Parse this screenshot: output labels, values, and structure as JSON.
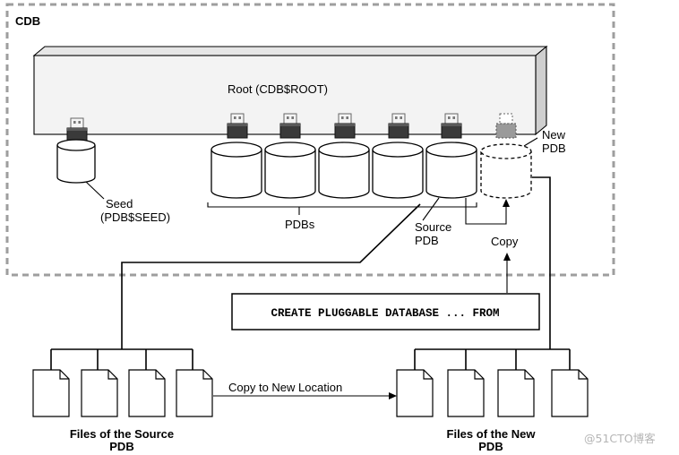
{
  "container": {
    "label": "CDB",
    "border_color": "#9e9e9e"
  },
  "root": {
    "label": "Root (CDB$ROOT)"
  },
  "seed": {
    "label_line1": "Seed",
    "label_line2": "(PDB$SEED)"
  },
  "pdbs": {
    "label": "PDBs",
    "count": 5
  },
  "source_pdb": {
    "label_line1": "Source",
    "label_line2": "PDB"
  },
  "new_pdb": {
    "label_line1": "New",
    "label_line2": "PDB"
  },
  "copy": {
    "label": "Copy"
  },
  "command": {
    "text": "CREATE PLUGGABLE DATABASE ... FROM"
  },
  "source_files": {
    "label_line1": "Files of the Source",
    "label_line2": "PDB",
    "count": 4
  },
  "new_files": {
    "label_line1": "Files of the New",
    "label_line2": "PDB",
    "count": 4
  },
  "copy_location": {
    "label": "Copy to New Location"
  },
  "watermark": {
    "text": "@51CTO博客"
  }
}
